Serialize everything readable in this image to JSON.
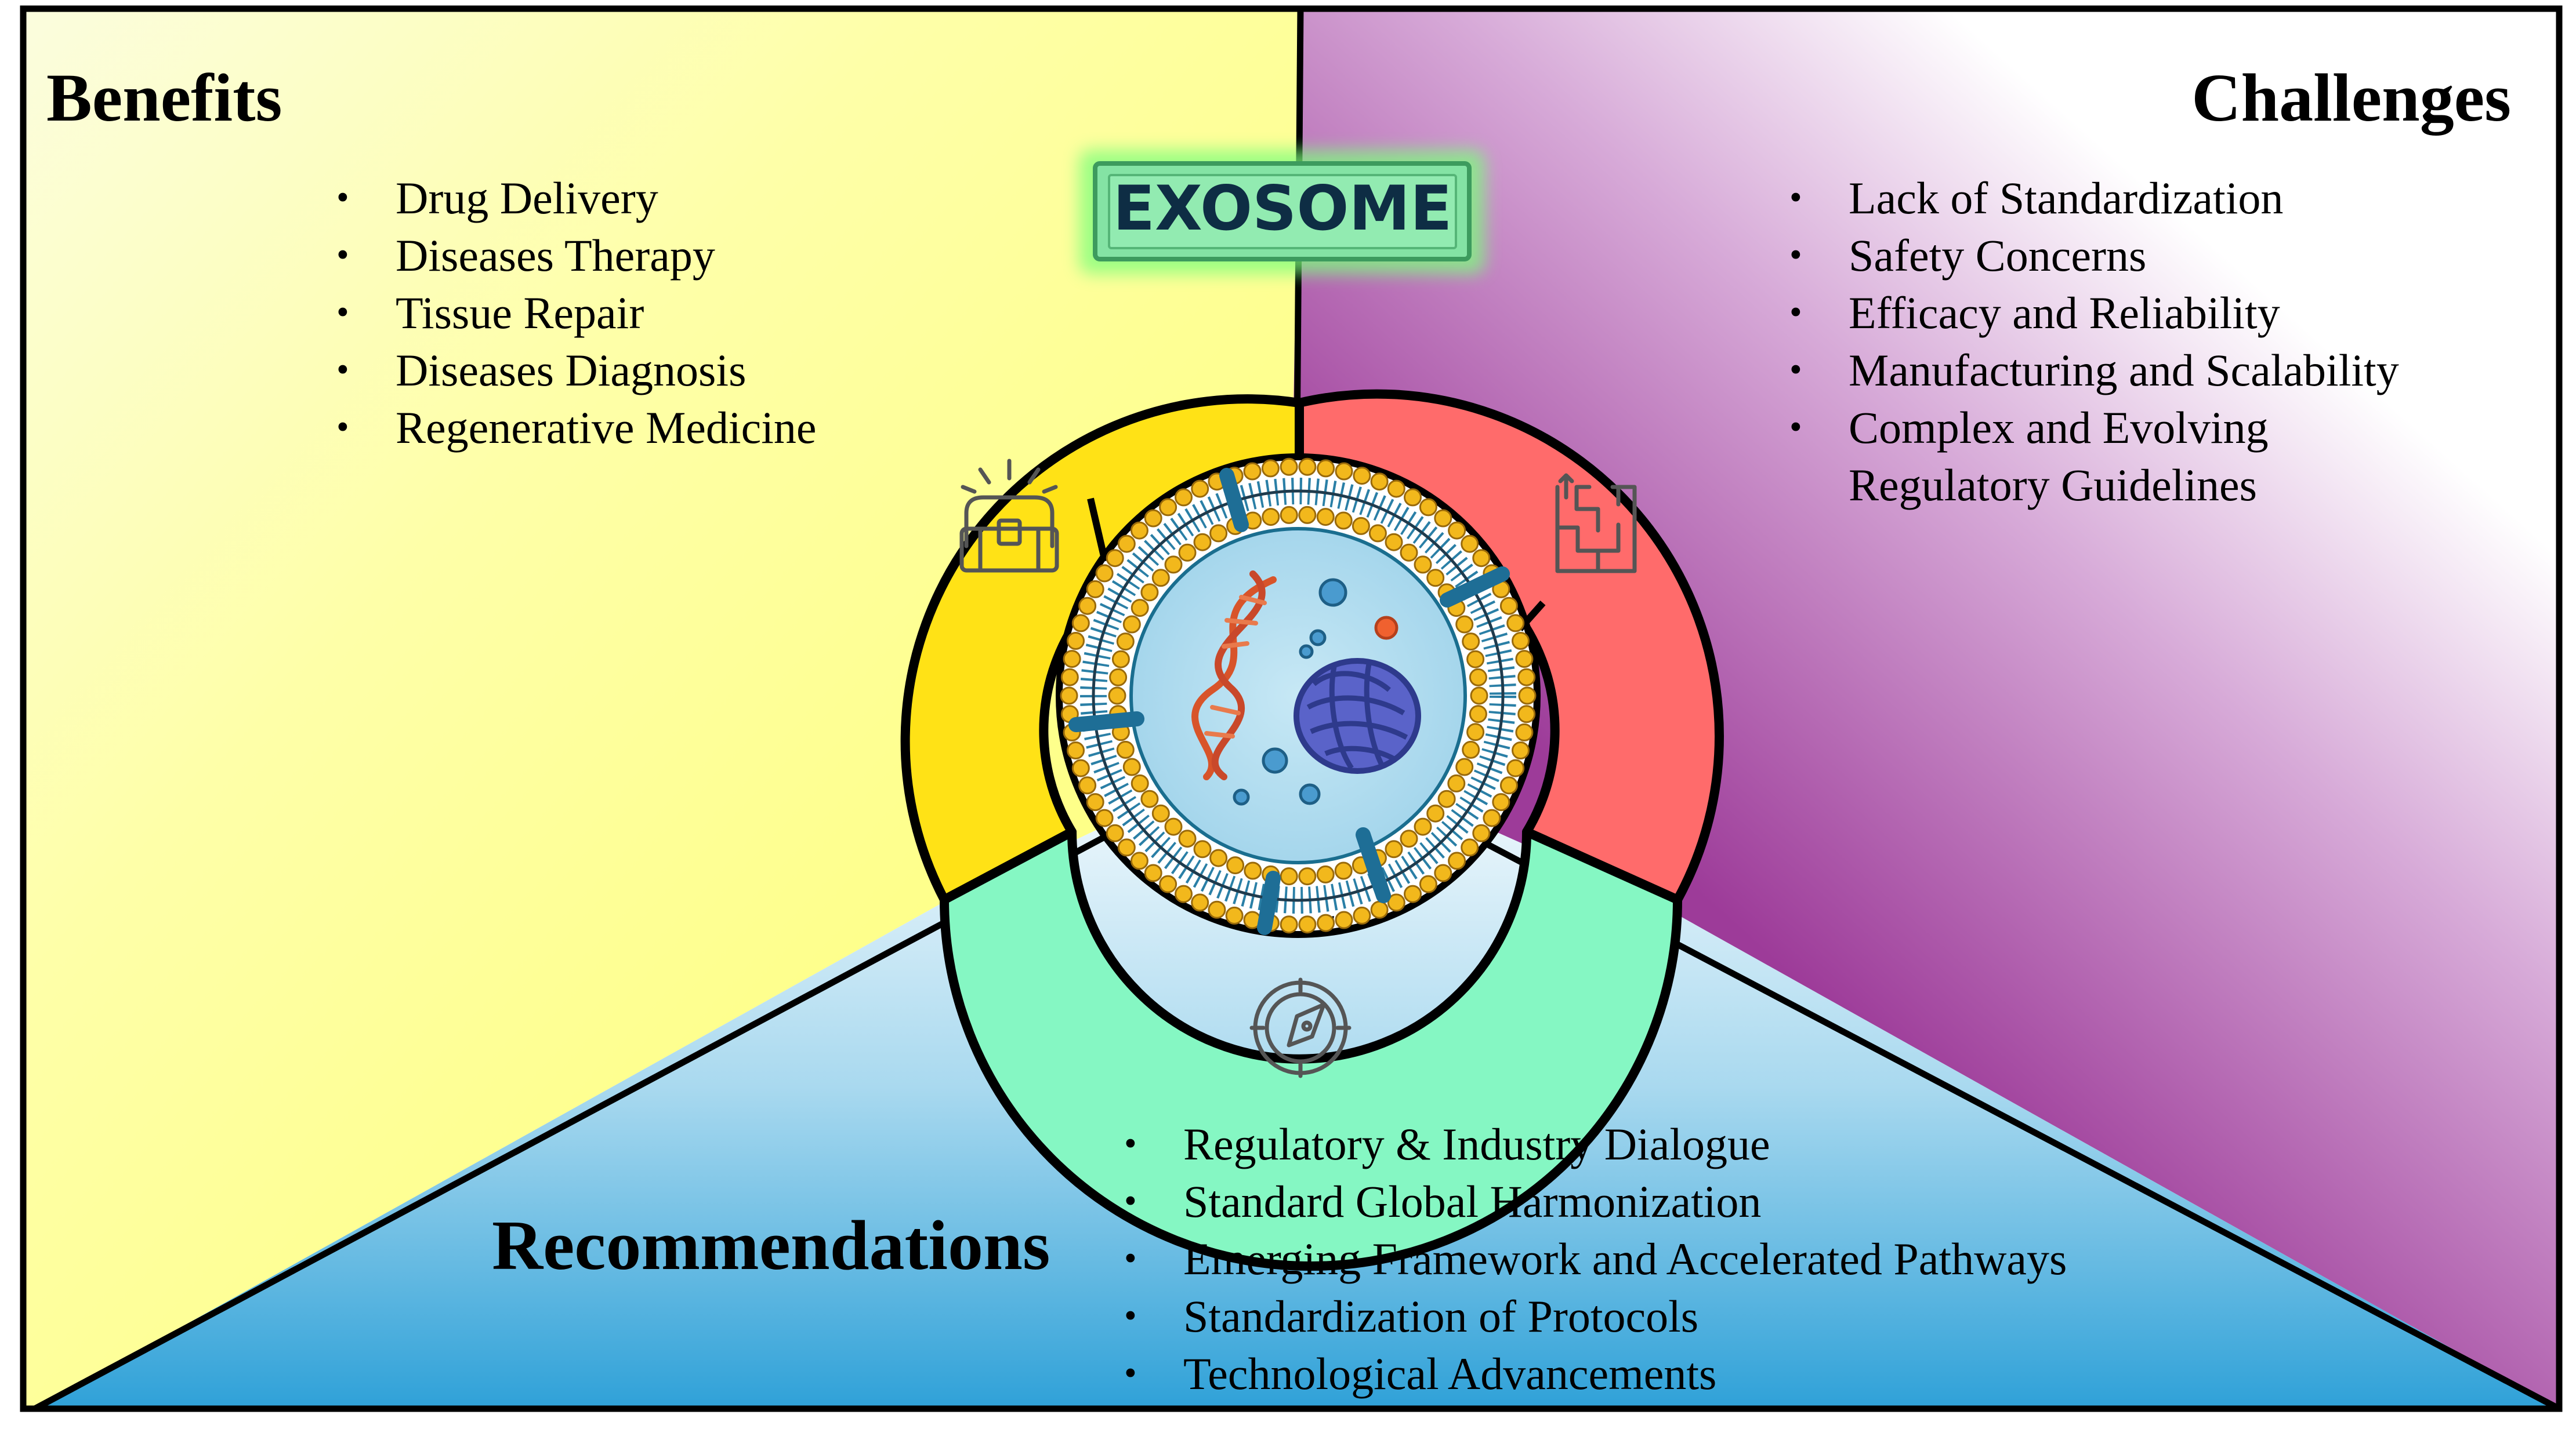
{
  "title": "EXOSOME",
  "benefits": {
    "heading": "Benefits",
    "items": [
      "Drug Delivery",
      "Diseases Therapy",
      "Tissue Repair",
      "Diseases Diagnosis",
      "Regenerative Medicine"
    ]
  },
  "challenges": {
    "heading": "Challenges",
    "items": [
      "Lack of Standardization",
      "Safety Concerns",
      "Efficacy and Reliability",
      "Manufacturing and Scalability"
    ],
    "last_item_line1": "Complex and Evolving",
    "last_item_line2": "Regulatory Guidelines"
  },
  "recommendations": {
    "heading": "Recommendations",
    "items": [
      "Regulatory & Industry Dialogue",
      "Standard Global Harmonization",
      "Emerging Framework and Accelerated Pathways",
      "Standardization of Protocols",
      "Technological Advancements"
    ]
  },
  "icons": {
    "benefits": "treasure-chest-icon",
    "challenges": "maze-icon",
    "recommendations": "compass-icon"
  },
  "colors": {
    "benefits_bg": "#FEFF7A",
    "challenges_bg": "#9B3E98",
    "recommendations_bg": "#32A2D8",
    "benefits_ring": "#FFE216",
    "challenges_ring": "#FF6B6B",
    "recommendations_ring": "#85F7C3",
    "badge": "#84E3A4",
    "badge_text": "#0E2D44"
  }
}
